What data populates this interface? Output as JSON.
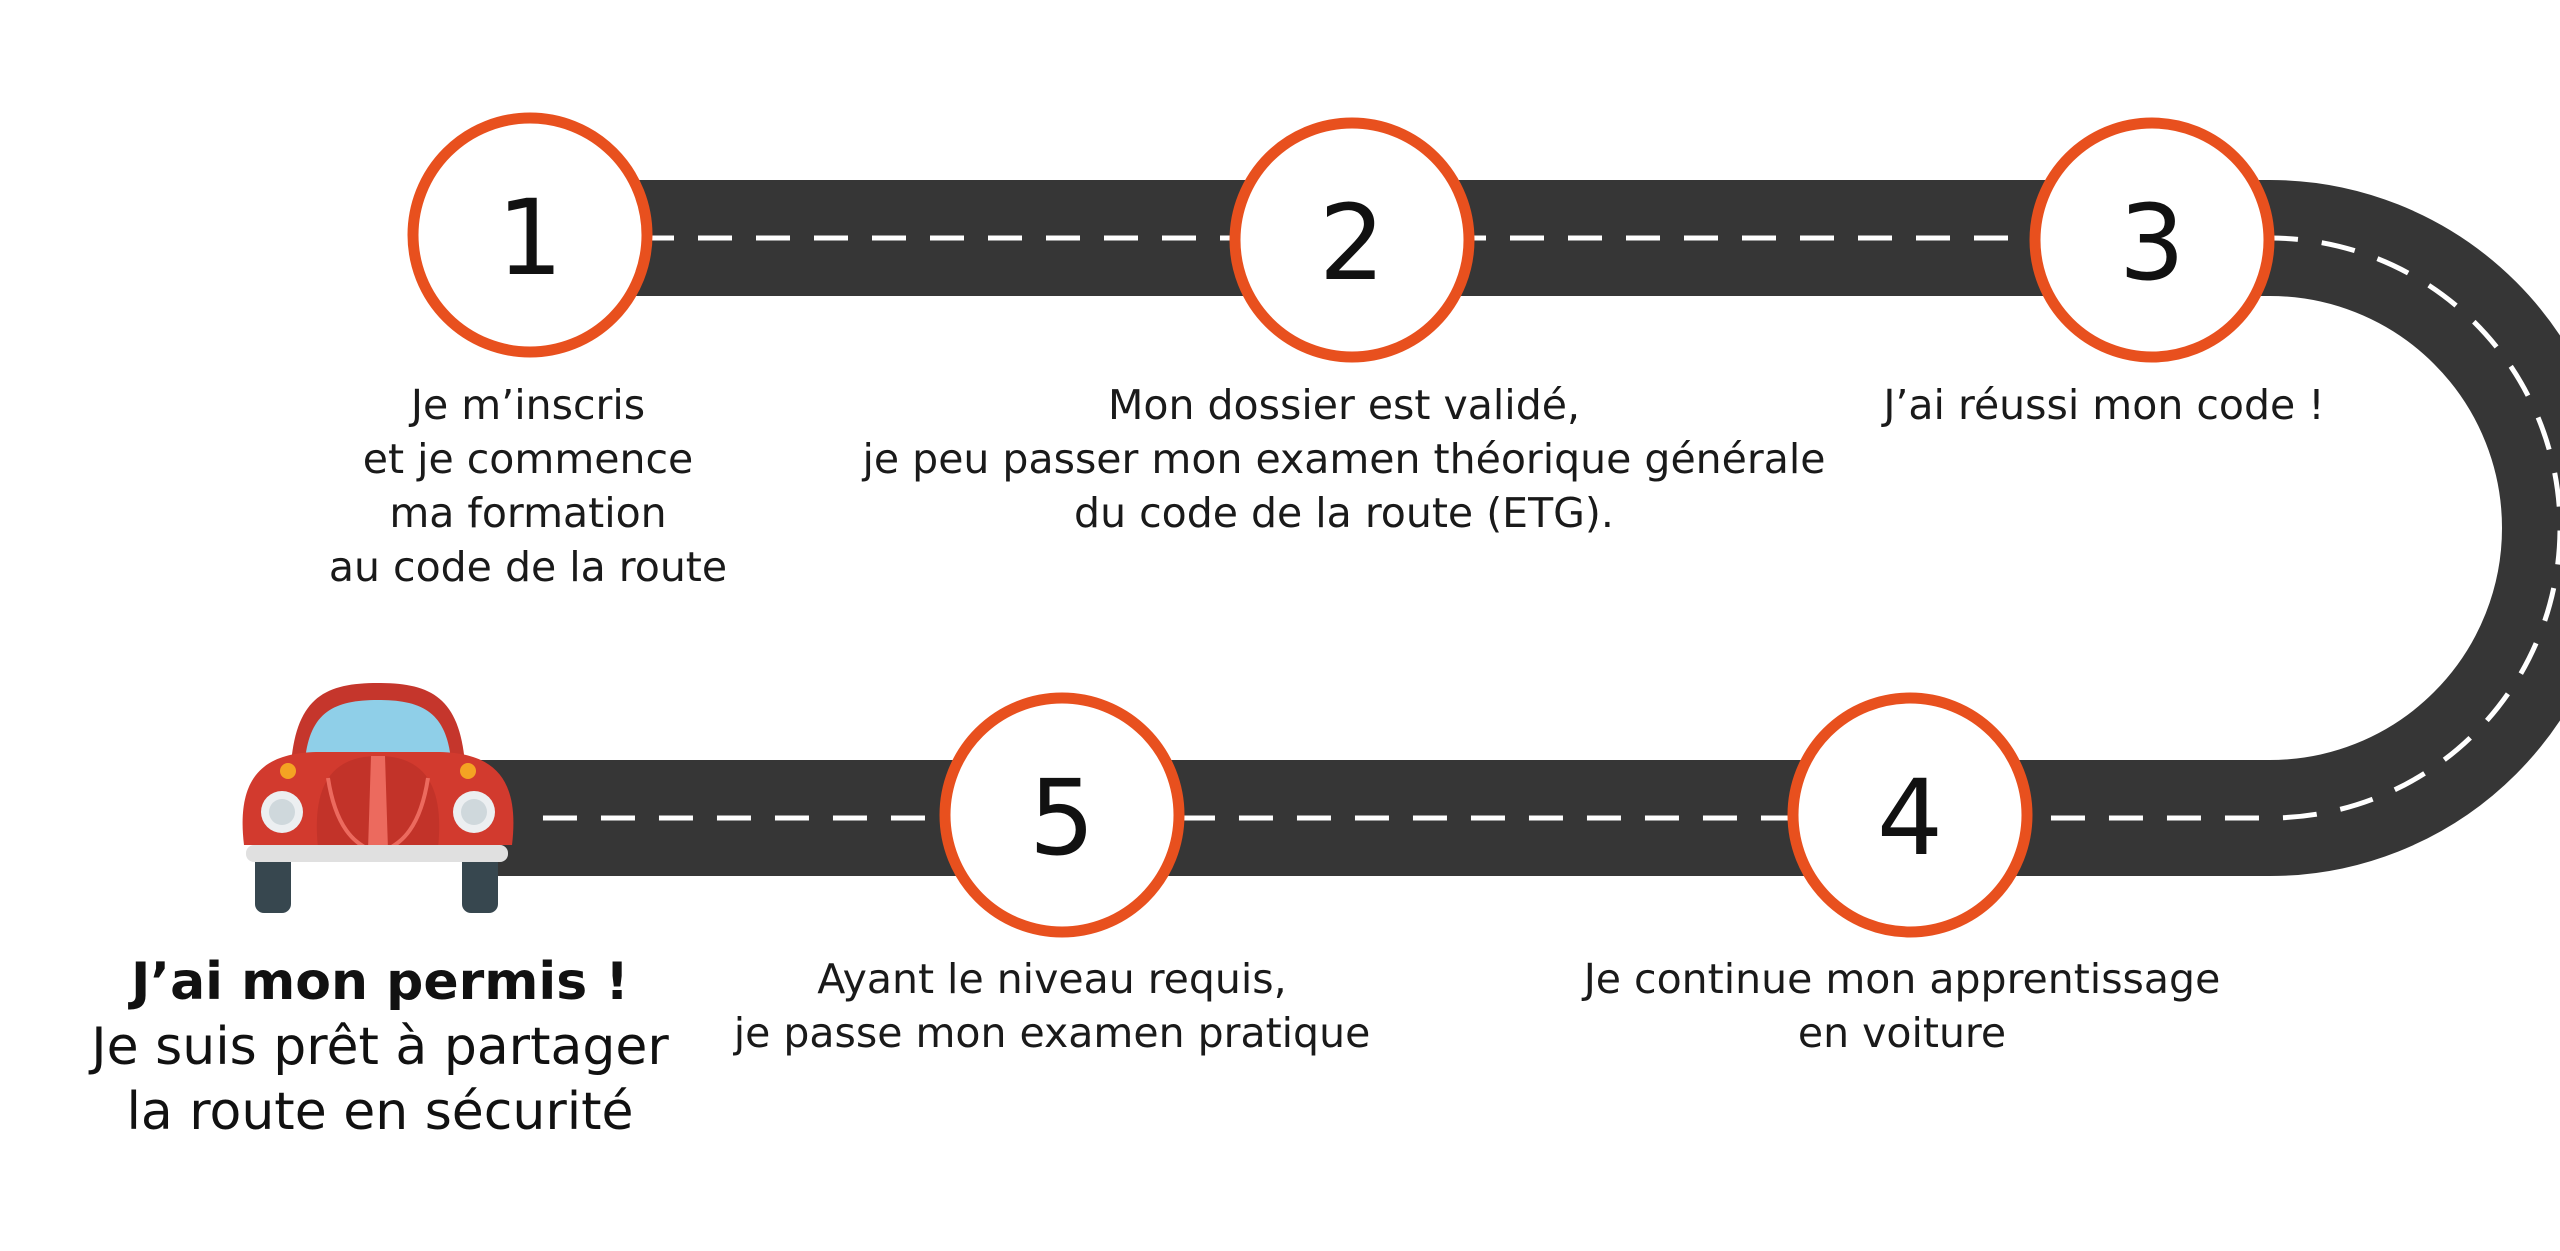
{
  "colors": {
    "road": "#363636",
    "road_marking": "#ffffff",
    "step_ring": "#e8501e",
    "step_fill": "#ffffff",
    "car_body": "#d23a2e",
    "car_windshield": "#8fcfe8",
    "car_tires": "#37474f"
  },
  "steps": [
    {
      "number": "1",
      "caption": [
        "Je m’inscris",
        "et je commence",
        "ma formation",
        "au code de la route"
      ]
    },
    {
      "number": "2",
      "caption": [
        "Mon dossier est validé,",
        "je peu passer mon examen théorique générale",
        "du code de la route (ETG)."
      ]
    },
    {
      "number": "3",
      "caption": [
        "J’ai réussi mon code !"
      ]
    },
    {
      "number": "4",
      "caption": [
        "Je continue mon apprentissage",
        "en voiture"
      ]
    },
    {
      "number": "5",
      "caption": [
        "Ayant le niveau requis,",
        "je passe mon examen pratique"
      ]
    }
  ],
  "finish": {
    "title": "J’ai mon permis !",
    "lines": [
      "Je suis prêt à partager",
      "la route en sécurité"
    ]
  },
  "icons": {
    "car": "car-icon"
  }
}
